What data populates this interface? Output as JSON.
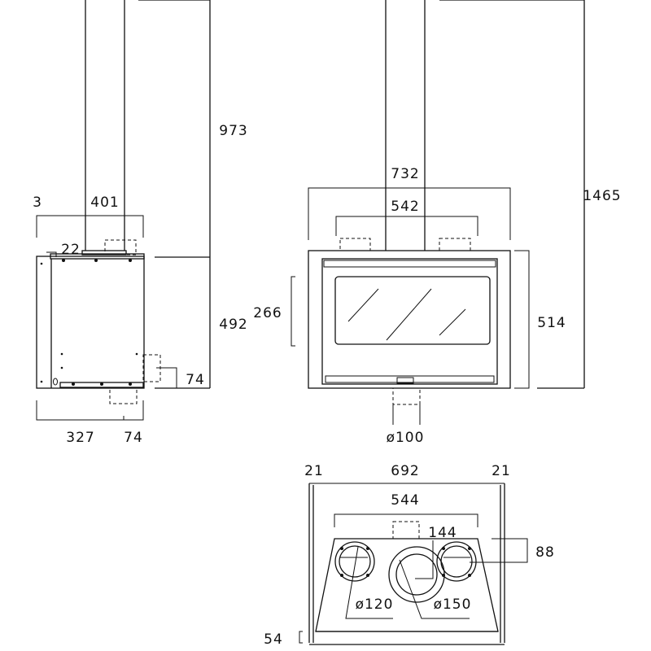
{
  "side_view": {
    "chimney_height": "973",
    "body_height": "492",
    "top_offset": "3",
    "flue_offset": "401",
    "collar_height": "22",
    "side_outlet_height": "74",
    "depth": "327",
    "rear_outlet": "74"
  },
  "front_view": {
    "total_height": "1465",
    "outer_width": "732",
    "outlet_spacing": "542",
    "glass_height": "266",
    "body_height": "514",
    "bottom_outlet_diameter": "ø100"
  },
  "top_view": {
    "left_margin": "21",
    "inner_width": "692",
    "right_margin": "21",
    "outlet_spacing": "544",
    "center_offset": "144",
    "outlet_depth": "88",
    "small_outlet_diameter": "ø120",
    "large_outlet_diameter": "ø150",
    "base_height": "54"
  }
}
